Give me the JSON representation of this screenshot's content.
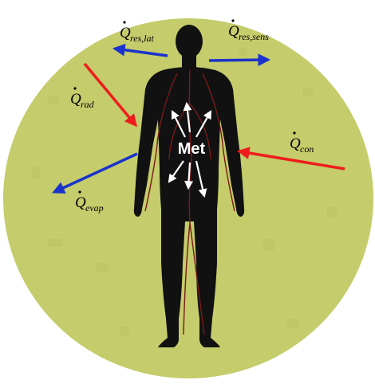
{
  "diagram": {
    "background_color": "#c5cc6b",
    "body_color": "#111111",
    "vein_color": "#7a1a1a",
    "center_label": "Met",
    "heat_flows": [
      {
        "id": "res_lat",
        "symbol": "Q",
        "subscript": "res,lat",
        "color": "#1a33cc",
        "direction": "outward"
      },
      {
        "id": "res_sens",
        "symbol": "Q",
        "subscript": "res,sens",
        "color": "#1a33cc",
        "direction": "outward"
      },
      {
        "id": "rad",
        "symbol": "Q",
        "subscript": "rad",
        "color": "#ee1c1c",
        "direction": "inward"
      },
      {
        "id": "con",
        "symbol": "Q",
        "subscript": "con",
        "color": "#ee1c1c",
        "direction": "inward"
      },
      {
        "id": "evap",
        "symbol": "Q",
        "subscript": "evap",
        "color": "#1a33cc",
        "direction": "outward"
      }
    ],
    "metabolic_arrows": {
      "count": 6,
      "color": "#ffffff"
    }
  }
}
